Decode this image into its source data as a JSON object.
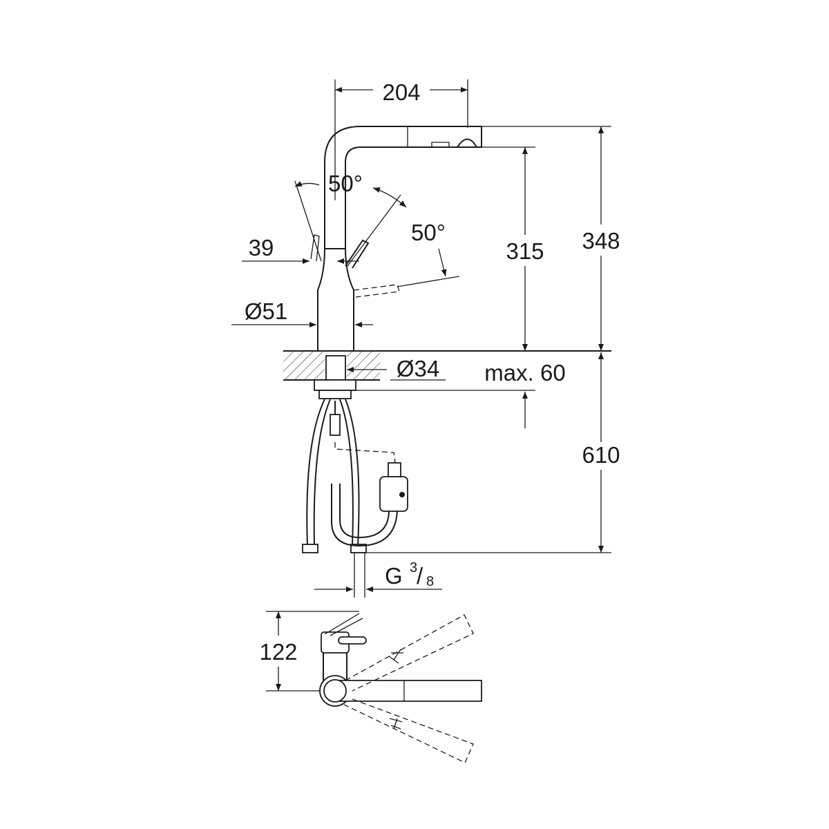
{
  "drawing": {
    "dimensions": {
      "spout_reach": "204",
      "lever_angle_left": "50°",
      "lever_angle_right": "50°",
      "lever_offset": "39",
      "outlet_height": "315",
      "total_height": "348",
      "body_diameter": "Ø51",
      "shank_diameter": "Ø34",
      "max_deck_thickness": "max. 60",
      "hose_length": "610",
      "connection_prefix": "G",
      "connection_num": "3",
      "connection_den": "8",
      "top_view_depth": "122"
    }
  }
}
